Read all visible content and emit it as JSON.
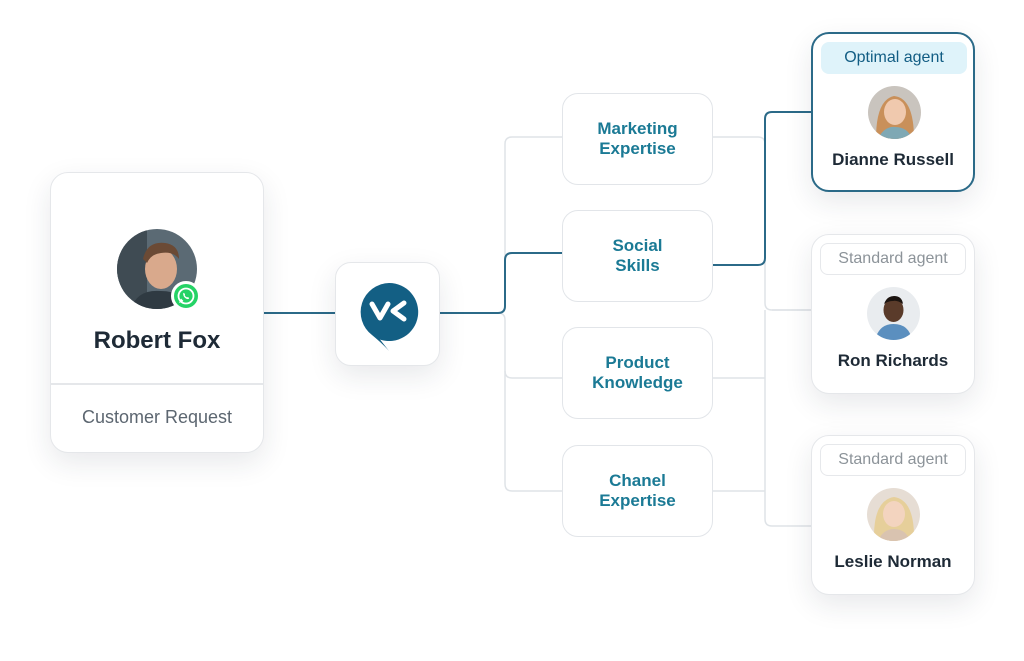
{
  "customer": {
    "name": "Robert Fox",
    "footer": "Customer Request",
    "channel_icon": "whatsapp-icon"
  },
  "router": {
    "icon": "routing-logo-icon"
  },
  "skills": [
    {
      "label": "Marketing\nExpertise"
    },
    {
      "label": "Social\nSkills"
    },
    {
      "label": "Product\nKnowledge"
    },
    {
      "label": "Chanel\nExpertise"
    }
  ],
  "agents": [
    {
      "tag": "Optimal agent",
      "name": "Dianne Russell"
    },
    {
      "tag": "Standard agent",
      "name": "Ron Richards"
    },
    {
      "tag": "Standard agent",
      "name": "Leslie Norman"
    }
  ],
  "colors": {
    "accent": "#1b7a95",
    "active_line": "#2b6a88",
    "inactive_line": "#dfe3e7",
    "whatsapp": "#25d366",
    "optimal_tag_bg": "#dff3fa"
  }
}
